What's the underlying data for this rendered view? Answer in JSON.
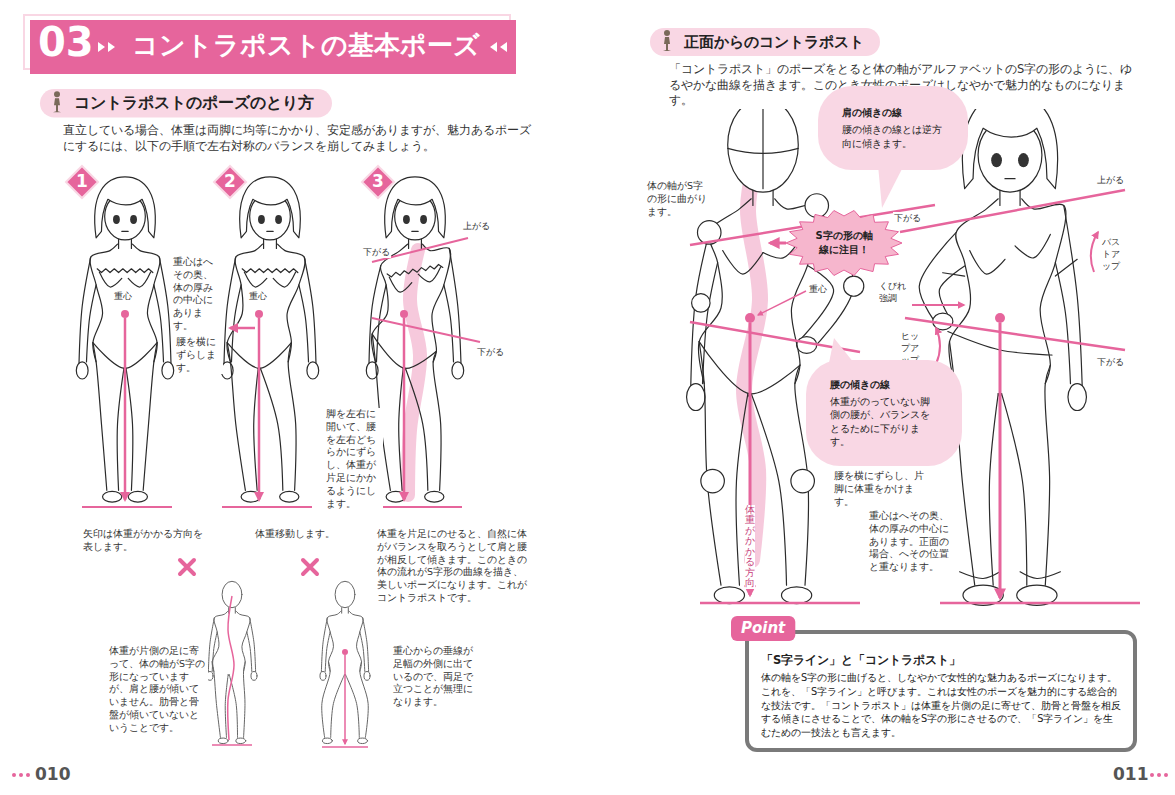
{
  "diagram": {
    "title": "コントラポストの基本ポーズ",
    "nodes": [
      {
        "text": [
          "コントラポストのポーズのとり方"
        ]
      },
      {
        "text": [
          "1"
        ]
      },
      {
        "text": [
          "2"
        ]
      },
      {
        "text": [
          "3"
        ]
      },
      {
        "text": [
          "正面からのコントラポスト"
        ]
      },
      {
        "text": [
          "肩の傾きの線",
          "腰の傾きの線とは逆方向に傾きます。"
        ]
      },
      {
        "text": [
          "S字の形の軸線に注目！"
        ]
      },
      {
        "text": [
          "腰の傾きの線",
          "体重がのっていない脚側の腰が、バランスをとるために下がります。"
        ]
      },
      {
        "text": [
          "「S字ライン」と「コントラポスト」",
          "体の軸をS字の形に曲げると、しなやかで女性的な魅力あるポーズになります。これを、「S字ライン」と呼びます。これは女性のポーズを魅力的にする総合的な技法です。「コントラポスト」は体重を片側の足に寄せて、肋骨と骨盤を相反する傾きにさせることで、体の軸をS字の形にさせるので、「S字ライン」を生むための一技法とも言えます。"
        ]
      },
      {
        "text": [
          "Point"
        ],
        "in": 8
      }
    ],
    "labels": [
      "03",
      "直立している場合、体重は両脚に均等にかかり、安定感がありますが、魅力あるポーズにするには、以下の手順で左右対称のバランスを崩してみましょう。",
      "重心はへその奥、体の厚みの中心にあります。",
      "重心",
      "矢印は体重がかかる方向を表します。",
      "重心",
      "腰を横にずらします。",
      "脚を左右に開いて、腰を左右どちらかにずらし、体重が片足にかかるようにします。",
      "体重移動します。",
      "上がる",
      "下がる",
      "下がる",
      "体重を片足にのせると、自然に体がバランスを取ろうとして肩と腰が相反して傾きます。このときの体の流れがS字形の曲線を描き、美しいポーズになります。これがコントラポストです。",
      "体重が片側の足に寄って、体の軸がS字の形になっていますが、肩と腰が傾いていません。肋骨と骨盤が傾いていないということです。",
      "重心からの垂線が足幅の外側に出ているので、両足で立つことが無理になります。",
      "010",
      "「コントラポスト」のポーズをとると体の軸がアルファベットのS字の形のように、ゆるやかな曲線を描きます。このとき女性のポーズはしなやかで魅力的なものになります。",
      "体の軸がS字の形に曲がります。",
      "重心",
      "くびれ強調",
      "上がる",
      "下がる",
      "バストアップ",
      "ヒップアップ",
      "下がる",
      "腰を横にずらし、片脚に体重をかけます。",
      "体重がかかる方向",
      "重心はへその奥、体の厚みの中心にあります。正面の場合、へその位置と重なります。",
      "011"
    ]
  }
}
